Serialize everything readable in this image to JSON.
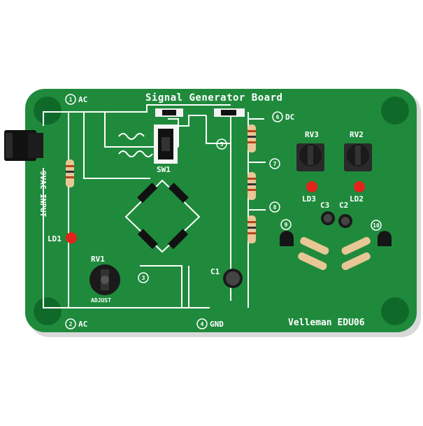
{
  "board": {
    "title": "Signal Generator Board",
    "brand": "Velleman EDU06",
    "input_label": "9VAC INPUT",
    "colors": {
      "pcb": "#1f8a3c",
      "pcb_dark": "#0f6a2a",
      "silk": "#ffffff",
      "led": "#e3221b",
      "pot": "#1a1a1a"
    }
  },
  "terminals": [
    {
      "num": "1",
      "label": "AC"
    },
    {
      "num": "2",
      "label": "AC"
    },
    {
      "num": "3",
      "label": ""
    },
    {
      "num": "4",
      "label": "GND"
    },
    {
      "num": "5",
      "label": ""
    },
    {
      "num": "6",
      "label": "DC"
    },
    {
      "num": "7",
      "label": ""
    },
    {
      "num": "8",
      "label": ""
    },
    {
      "num": "9",
      "label": ""
    },
    {
      "num": "10",
      "label": ""
    }
  ],
  "components": {
    "sw1": "SW1",
    "rv1": "RV1",
    "rv1_sub": "ADJUST",
    "rv2": "RV2",
    "rv3": "RV3",
    "ld1": "LD1",
    "ld2": "LD2",
    "ld3": "LD3",
    "c1": "C1",
    "c2": "C2",
    "c3": "C3"
  }
}
